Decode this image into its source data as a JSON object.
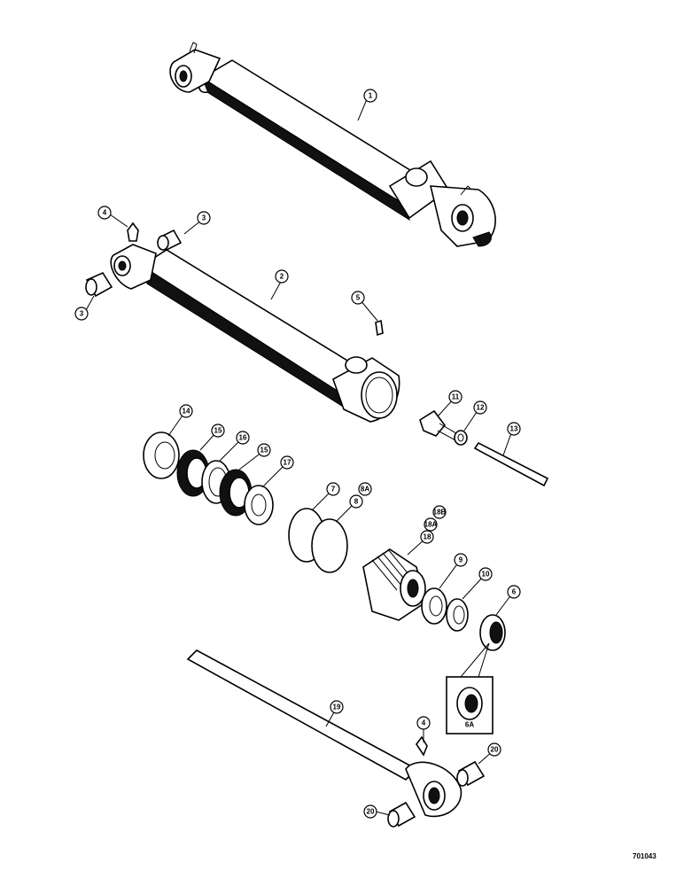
{
  "figure_number": "701043",
  "callouts": [
    {
      "id": "c1",
      "label": "1"
    },
    {
      "id": "c2",
      "label": "2"
    },
    {
      "id": "c3a",
      "label": "3"
    },
    {
      "id": "c3b",
      "label": "3"
    },
    {
      "id": "c4a",
      "label": "4"
    },
    {
      "id": "c4b",
      "label": "4"
    },
    {
      "id": "c5",
      "label": "5"
    },
    {
      "id": "c6",
      "label": "6"
    },
    {
      "id": "c6A",
      "label": "6A"
    },
    {
      "id": "c7",
      "label": "7"
    },
    {
      "id": "c8",
      "label": "8"
    },
    {
      "id": "c8A",
      "label": "8A"
    },
    {
      "id": "c9",
      "label": "9"
    },
    {
      "id": "c10",
      "label": "10"
    },
    {
      "id": "c11",
      "label": "11"
    },
    {
      "id": "c12",
      "label": "12"
    },
    {
      "id": "c13",
      "label": "13"
    },
    {
      "id": "c14",
      "label": "14"
    },
    {
      "id": "c15a",
      "label": "15"
    },
    {
      "id": "c15b",
      "label": "15"
    },
    {
      "id": "c16",
      "label": "16"
    },
    {
      "id": "c17",
      "label": "17"
    },
    {
      "id": "c18",
      "label": "18"
    },
    {
      "id": "c18A",
      "label": "18A"
    },
    {
      "id": "c18B",
      "label": "18B"
    },
    {
      "id": "c19",
      "label": "19"
    },
    {
      "id": "c20a",
      "label": "20"
    },
    {
      "id": "c20b",
      "label": "20"
    }
  ]
}
